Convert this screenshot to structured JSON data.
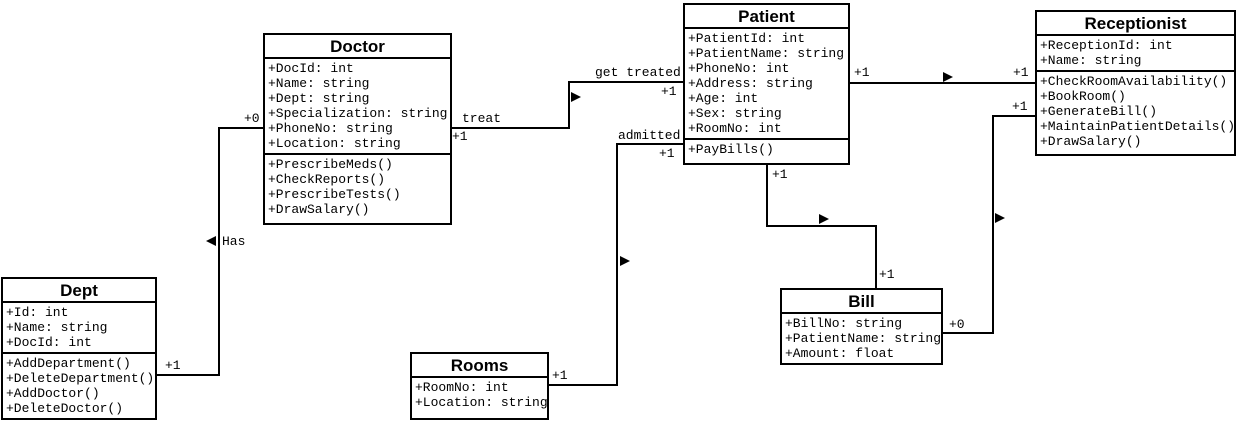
{
  "diagram": {
    "type": "uml-class-diagram",
    "background_color": "#ffffff",
    "line_color": "#000000",
    "text_color": "#000000"
  },
  "classes": {
    "doctor": {
      "title": "Doctor",
      "attributes": [
        "+DocId: int",
        "+Name: string",
        "+Dept: string",
        "+Specialization: string",
        "+PhoneNo: string",
        "+Location: string"
      ],
      "methods": [
        "+PrescribeMeds()",
        "+CheckReports()",
        "+PrescribeTests()",
        "+DrawSalary()"
      ]
    },
    "patient": {
      "title": "Patient",
      "attributes": [
        "+PatientId: int",
        "+PatientName: string",
        "+PhoneNo: int",
        "+Address: string",
        "+Age: int",
        "+Sex: string",
        "+RoomNo: int"
      ],
      "methods": [
        "+PayBills()"
      ]
    },
    "receptionist": {
      "title": "Receptionist",
      "attributes": [
        "+ReceptionId: int",
        "+Name: string"
      ],
      "methods": [
        "+CheckRoomAvailability()",
        "+BookRoom()",
        "+GenerateBill()",
        "+MaintainPatientDetails()",
        "+DrawSalary()"
      ]
    },
    "dept": {
      "title": "Dept",
      "attributes": [
        "+Id: int",
        "+Name: string",
        "+DocId: int"
      ],
      "methods": [
        "+AddDepartment()",
        "+DeleteDepartment()",
        "+AddDoctor()",
        "+DeleteDoctor()"
      ]
    },
    "rooms": {
      "title": "Rooms",
      "attributes": [
        "+RoomNo: int",
        "+Location: string"
      ],
      "methods": []
    },
    "bill": {
      "title": "Bill",
      "attributes": [
        "+BillNo: string",
        "+PatientName: string",
        "+Amount: float"
      ],
      "methods": []
    }
  },
  "associations": {
    "dept_doctor": {
      "name": "Has",
      "mult_dept_end": "+1",
      "mult_doctor_end": "+0"
    },
    "doctor_patient": {
      "label_doctor_end": "treat",
      "mult_doctor_end": "+1",
      "label_patient_end": "get treated",
      "mult_patient_end": "+1"
    },
    "rooms_patient": {
      "label": "admitted",
      "mult_rooms_end": "+1",
      "mult_patient_end": "+1"
    },
    "patient_receptionist": {
      "mult_patient_end": "+1",
      "mult_receptionist_end": "+1"
    },
    "patient_bill": {
      "mult_patient_end": "+1",
      "mult_bill_end": "+1"
    },
    "bill_receptionist": {
      "mult_bill_end": "+0",
      "mult_receptionist_end": "+1"
    }
  }
}
